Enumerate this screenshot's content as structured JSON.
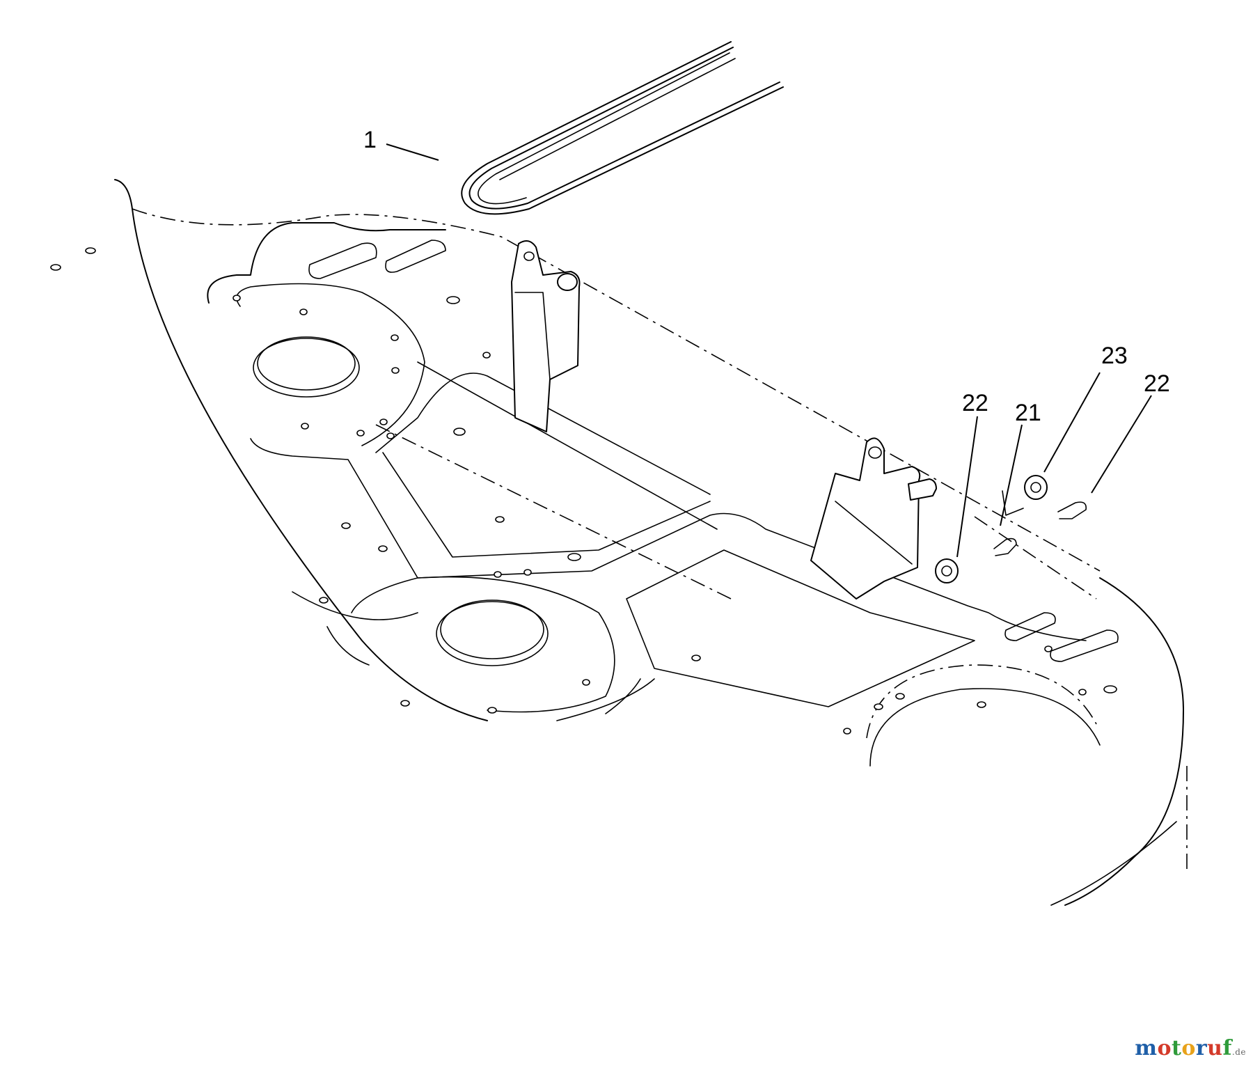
{
  "callouts": [
    {
      "id": "c1",
      "label": "1"
    },
    {
      "id": "c22a",
      "label": "22"
    },
    {
      "id": "c21",
      "label": "21"
    },
    {
      "id": "c23",
      "label": "23"
    },
    {
      "id": "c22b",
      "label": "22"
    }
  ],
  "watermark": {
    "text": "motoruf",
    "tld": ".de",
    "colors": [
      "#1f5fa8",
      "#d43a2a",
      "#2f9b3a",
      "#e8a21a",
      "#1f5fa8",
      "#d43a2a",
      "#2f9b3a"
    ]
  }
}
